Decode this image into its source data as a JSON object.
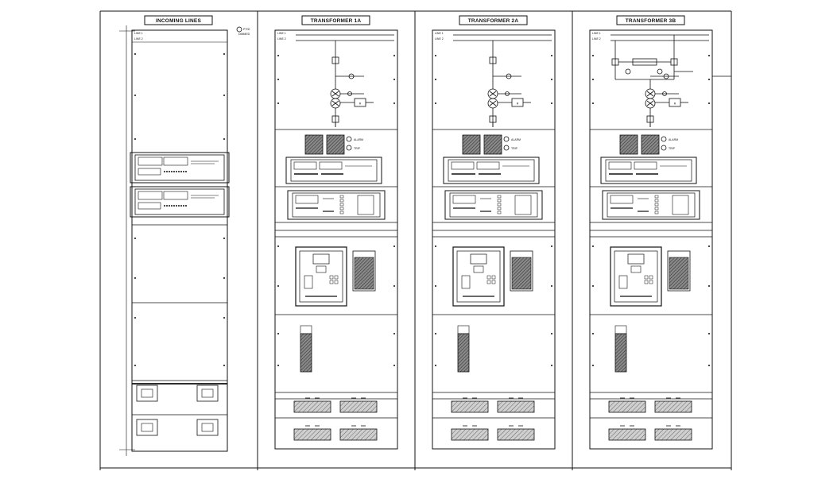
{
  "sections": [
    {
      "id": "incoming",
      "title": "INCOMING LINES",
      "top_labels": [
        "LINE 1",
        "LINE 2"
      ],
      "side_label": "PT00",
      "side_label_2": "DIMMED"
    },
    {
      "id": "t1a",
      "title": "TRANSFORMER 1A",
      "top_labels": [
        "LINE 1",
        "LINE 2"
      ]
    },
    {
      "id": "t2a",
      "title": "TRANSFORMER 2A",
      "top_labels": [
        "LINE 1",
        "LINE 2"
      ]
    },
    {
      "id": "t3b",
      "title": "TRANSFORMER 3B",
      "top_labels": [
        "LINE 1",
        "LINE 2"
      ]
    }
  ],
  "indicators": [
    "ALARM",
    "TRIP"
  ],
  "colors": {
    "line": "#111111",
    "hatch": "#555555",
    "background": "#ffffff"
  }
}
